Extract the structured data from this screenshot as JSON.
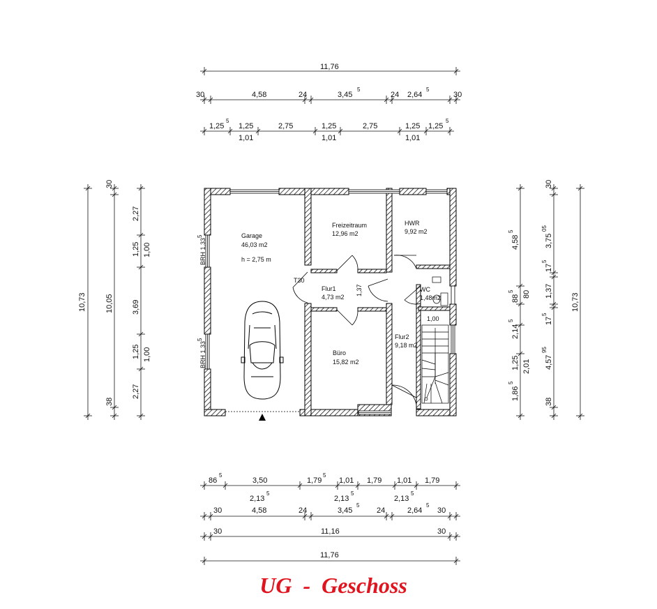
{
  "title": "UG  -  Geschoss",
  "colors": {
    "title": "#e0141e",
    "wall_hatch": "#000000",
    "line": "#111111"
  },
  "icons": {
    "north": "triangle-arrow-icon",
    "car": "car-icon",
    "toilet": "toilet-icon"
  },
  "rooms": [
    {
      "id": "garage",
      "name": "Garage",
      "area": "46,03 m2",
      "extra": "h = 2,75 m"
    },
    {
      "id": "freizeitraum",
      "name": "Freizeitraum",
      "area": "12,96 m2"
    },
    {
      "id": "hwr",
      "name": "HWR",
      "area": "9,92 m2"
    },
    {
      "id": "flur1",
      "name": "Flur1",
      "area": "4,73 m2"
    },
    {
      "id": "wc",
      "name": "WC",
      "area": "1,48m2"
    },
    {
      "id": "flur2",
      "name": "Flur2",
      "area": "9,18 m2"
    },
    {
      "id": "buero",
      "name": "Büro",
      "area": "15,82 m2"
    }
  ],
  "labels": {
    "t30": "T30",
    "door_137": "1,37",
    "stair_100": "1,00",
    "brh_top": "BRH 1,33",
    "brh_top_sup": "5",
    "brh_bottom": "BRH 1,33",
    "brh_bottom_sup": "5"
  },
  "dims_top": {
    "row1": [
      "11,76"
    ],
    "row2": [
      [
        "30",
        ""
      ],
      [
        "4,58",
        ""
      ],
      [
        "24",
        ""
      ],
      [
        "3,45",
        "5"
      ],
      [
        "24",
        ""
      ],
      [
        "2,64",
        "5"
      ],
      [
        "30",
        ""
      ]
    ],
    "row3_upper": [
      [
        "1,25",
        "5"
      ],
      [
        "1,25",
        ""
      ],
      [
        "2,75",
        ""
      ],
      [
        "1,25",
        ""
      ],
      [
        "2,75",
        ""
      ],
      [
        "1,25",
        ""
      ],
      [
        "1,25",
        "5"
      ]
    ],
    "row3_lower": [
      "1,01",
      "1,01",
      "1,01"
    ]
  },
  "dims_bottom": {
    "row1_upper": [
      [
        "86",
        "5"
      ],
      [
        "3,50",
        ""
      ],
      [
        "1,79",
        "5"
      ],
      [
        "1,01",
        ""
      ],
      [
        "1,79",
        ""
      ],
      [
        "1,01",
        ""
      ],
      [
        "1,79",
        ""
      ]
    ],
    "row1_lower": [
      [
        "2,13",
        "5"
      ],
      [
        "2,13",
        "5"
      ],
      [
        "2,13",
        "5"
      ]
    ],
    "row2": [
      [
        "30",
        ""
      ],
      [
        "4,58",
        ""
      ],
      [
        "24",
        ""
      ],
      [
        "3,45",
        "5"
      ],
      [
        "24",
        ""
      ],
      [
        "2,64",
        "5"
      ],
      [
        "30",
        ""
      ]
    ],
    "row3": [
      "30",
      "11,16",
      "30"
    ],
    "row4": [
      "11,76"
    ]
  },
  "dims_left": {
    "col1": [
      "10,73"
    ],
    "col2": [
      "30",
      "10,05",
      "38"
    ],
    "col3_a": [
      "2,27",
      "1,25",
      "3,69",
      "1,25",
      "2,27"
    ],
    "col3_b": [
      "1,00",
      "1,00"
    ]
  },
  "dims_right": {
    "col1_a": [
      [
        "4,58",
        "5"
      ],
      [
        "88",
        "5"
      ],
      [
        "2,14",
        "5"
      ],
      [
        "1,25",
        ""
      ],
      [
        "1,86",
        "5"
      ]
    ],
    "col1_b": [
      "80",
      "2,01"
    ],
    "col2": [
      [
        "30",
        ""
      ],
      [
        "3,75",
        "05"
      ],
      [
        "17",
        "5"
      ],
      [
        "1,37",
        ""
      ],
      [
        "17",
        "5"
      ],
      [
        "4,57",
        "95"
      ],
      [
        "38",
        ""
      ]
    ],
    "col3": [
      "10,73"
    ]
  }
}
